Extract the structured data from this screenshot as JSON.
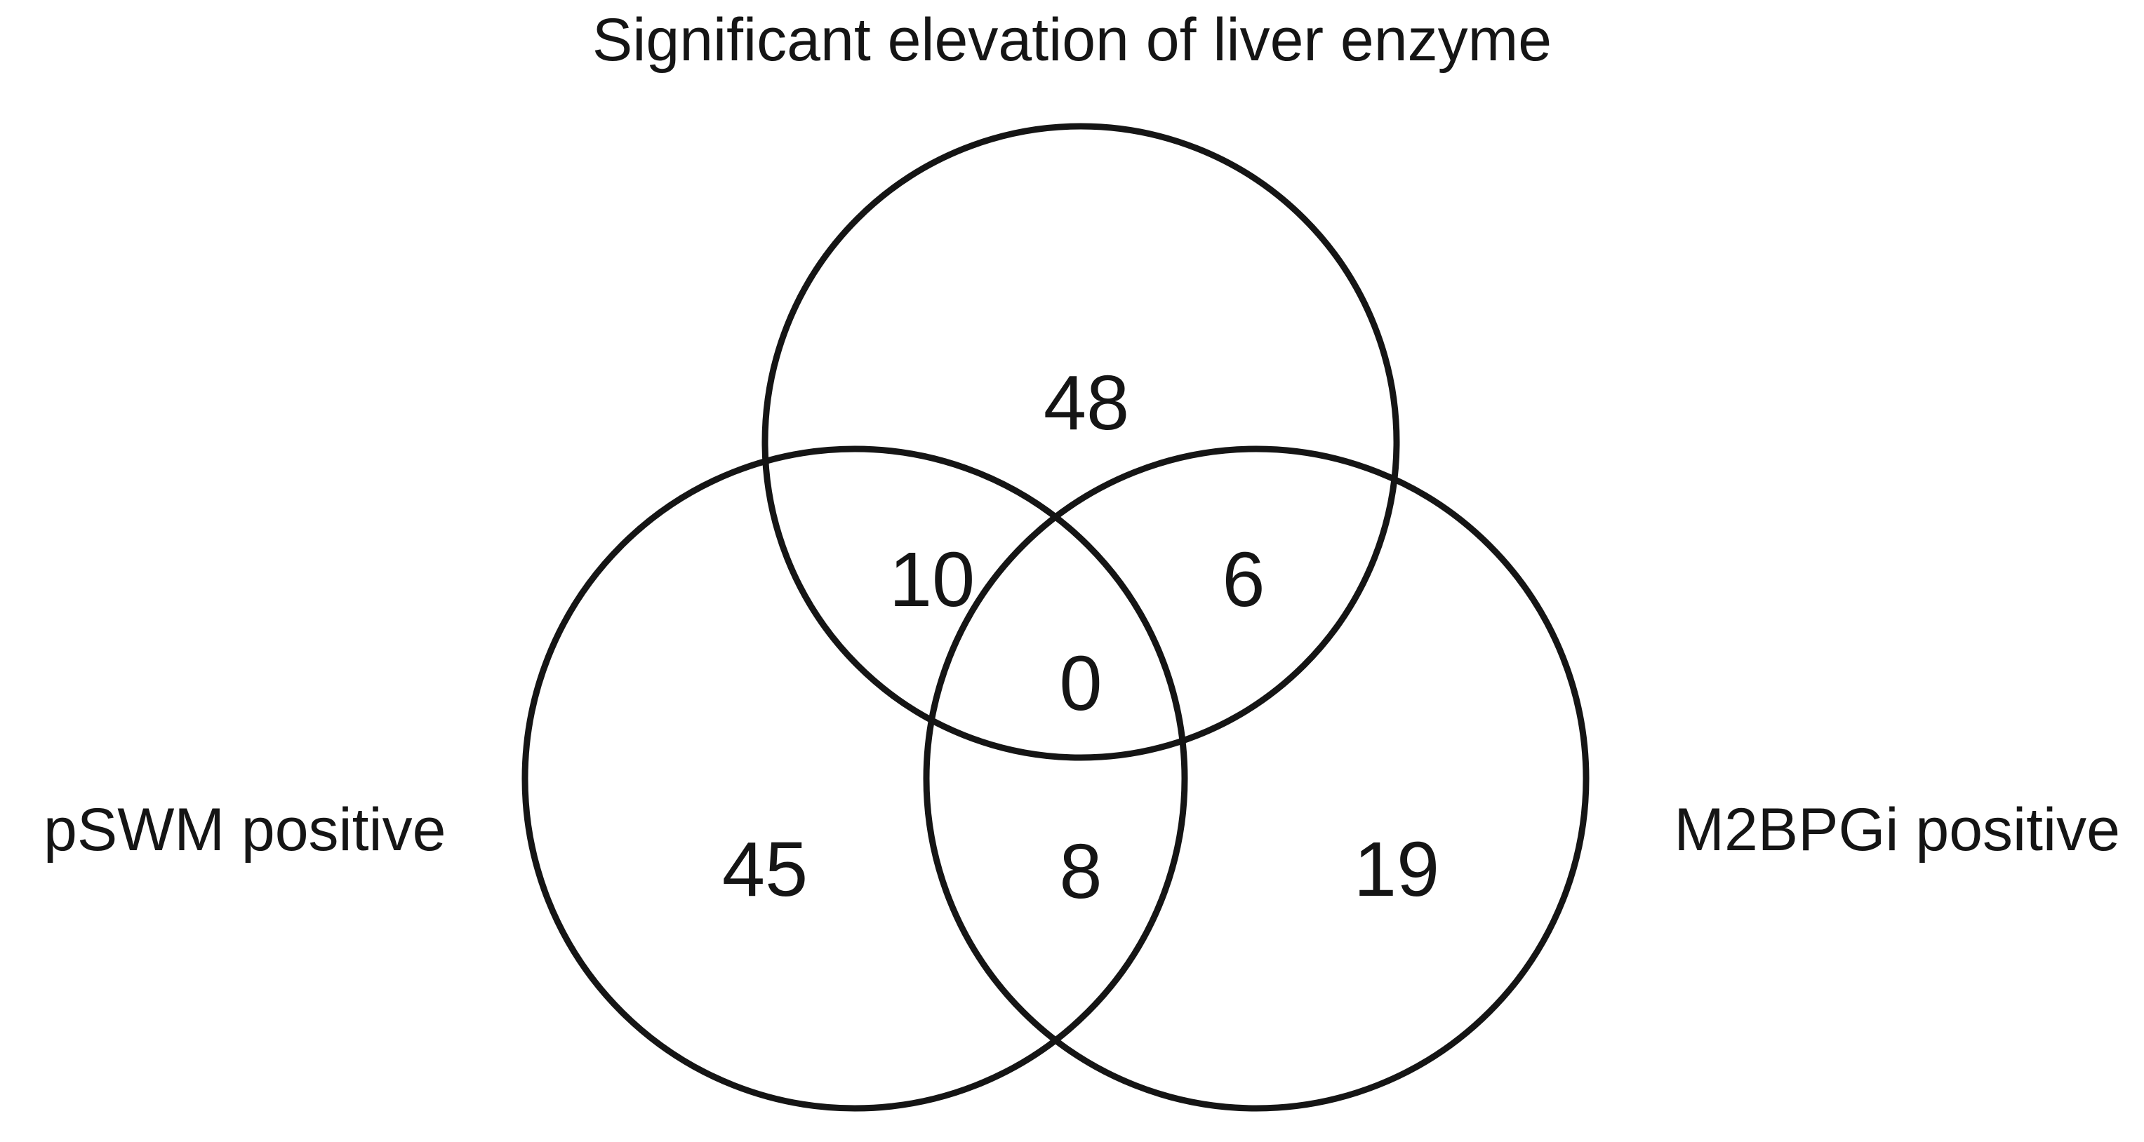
{
  "figure": {
    "type": "venn-diagram-3-set",
    "background_color": "#ffffff",
    "stroke_color": "#151515",
    "text_color": "#151515"
  },
  "labels": {
    "top_set": "Significant elevation of liver enzyme",
    "left_set": "pSWM positive",
    "right_set": "M2BPGi positive"
  },
  "chart_data": {
    "type": "venn",
    "title": "Significant elevation of liver enzyme",
    "sets": [
      {
        "id": "liver",
        "label": "Significant elevation of liver enzyme",
        "position": "top"
      },
      {
        "id": "pswm",
        "label": "pSWM positive",
        "position": "left"
      },
      {
        "id": "m2bpgi",
        "label": "M2BPGi positive",
        "position": "right"
      }
    ],
    "regions": [
      {
        "id": "liver_only",
        "sets": [
          "liver"
        ],
        "value": "48"
      },
      {
        "id": "liver_pswm",
        "sets": [
          "liver",
          "pswm"
        ],
        "value": "10"
      },
      {
        "id": "liver_m2bpgi",
        "sets": [
          "liver",
          "m2bpgi"
        ],
        "value": "6"
      },
      {
        "id": "all_three",
        "sets": [
          "liver",
          "pswm",
          "m2bpgi"
        ],
        "value": "0"
      },
      {
        "id": "pswm_only",
        "sets": [
          "pswm"
        ],
        "value": "45"
      },
      {
        "id": "pswm_m2bpgi",
        "sets": [
          "pswm",
          "m2bpgi"
        ],
        "value": "8"
      },
      {
        "id": "m2bpgi_only",
        "sets": [
          "m2bpgi"
        ],
        "value": "19"
      }
    ],
    "counts": {
      "liver_only": "48",
      "liver_pswm": "10",
      "liver_m2bpgi": "6",
      "all_three": "0",
      "pswm_only": "45",
      "pswm_m2bpgi": "8",
      "m2bpgi_only": "19"
    },
    "legend": "none",
    "grid": false
  }
}
